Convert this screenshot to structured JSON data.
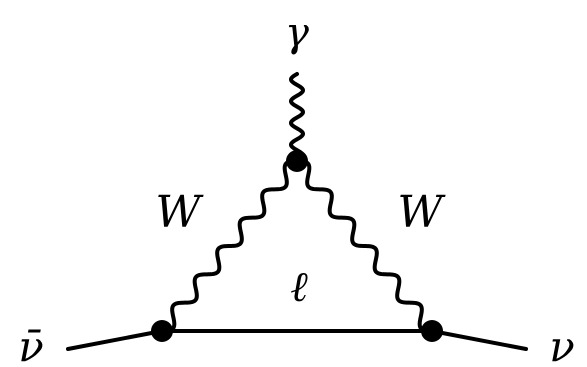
{
  "diagram": {
    "colors": {
      "ink": "#000000",
      "background": "#ffffff"
    },
    "labels": {
      "photon": "γ",
      "w_left": "W",
      "w_right": "W",
      "lepton": "ℓ",
      "antineutrino": "ν̄",
      "neutrino": "ν"
    },
    "vertices": [
      "vertex-top",
      "vertex-left",
      "vertex-right"
    ],
    "propagators": [
      {
        "name": "photon-line",
        "kind": "wavy"
      },
      {
        "name": "w-line-left",
        "kind": "wavy"
      },
      {
        "name": "w-line-right",
        "kind": "wavy"
      },
      {
        "name": "lepton-line",
        "kind": "straight"
      },
      {
        "name": "antineutrino-line",
        "kind": "straight"
      },
      {
        "name": "neutrino-line",
        "kind": "straight"
      }
    ]
  }
}
